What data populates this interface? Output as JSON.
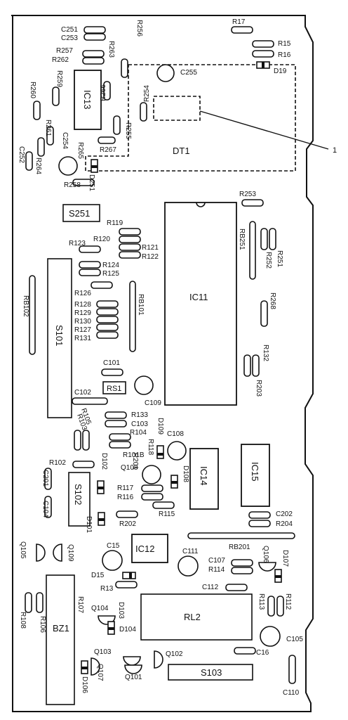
{
  "board": {
    "annotation": "1",
    "dt1": "DT1",
    "ics": {
      "ic11": "IC11",
      "ic12": "IC12",
      "ic13": "IC13",
      "ic14": "IC14",
      "ic15": "IC15"
    },
    "switches": {
      "s101": "S101",
      "s102": "S102",
      "s103": "S103",
      "s251": "S251"
    },
    "relays": {
      "rl2": "RL2",
      "rs1": "RS1",
      "bz1": "BZ1"
    },
    "bars": {
      "rb101": "RB101",
      "rb102": "RB102",
      "rb201": "RB201",
      "rb251": "RB251"
    },
    "labels": {
      "c251": "C251",
      "c253": "C253",
      "r256": "R256",
      "r17": "R17",
      "r263": "R263",
      "r257": "R257",
      "r262": "R262",
      "r15": "R15",
      "r16": "R16",
      "d19": "D19",
      "c255": "C255",
      "r259": "R259",
      "r260": "R260",
      "r266": "R266",
      "r254": "R254",
      "r255": "R255",
      "r261": "R261",
      "c254": "C254",
      "c252": "C252",
      "r264": "R264",
      "r265": "R265",
      "r267": "R267",
      "r258": "R258",
      "d251": "D251",
      "r253": "R253",
      "r119": "R119",
      "r120": "R120",
      "r121": "R121",
      "r122": "R122",
      "r123": "R123",
      "r124": "R124",
      "r125": "R125",
      "r251": "R251",
      "r252": "R252",
      "r126": "R126",
      "r128": "R128",
      "r129": "R129",
      "r130": "R130",
      "r127": "R127",
      "r131": "R131",
      "r268": "R268",
      "r132": "R132",
      "r203": "R203",
      "c101": "C101",
      "c102": "C102",
      "c109": "C109",
      "r105": "R105",
      "r103": "R103",
      "r133": "R133",
      "c103": "C103",
      "r104": "R104",
      "r101b": "R101B",
      "r118": "R118",
      "d109": "D109",
      "c108": "C108",
      "r102": "R102",
      "r201": "R201",
      "d102": "D102",
      "q108": "Q108",
      "d108": "D108",
      "c201": "C201",
      "c104": "C104",
      "r117": "R117",
      "r116": "R116",
      "r115": "R115",
      "c202": "C202",
      "r204": "R204",
      "r202": "R202",
      "d101": "D101",
      "q105": "Q105",
      "q109": "Q109",
      "c15": "C15",
      "c111": "C111",
      "rb201": "RB201",
      "c107": "C107",
      "r114": "R114",
      "q106": "Q106",
      "d107": "D107",
      "d15": "D15",
      "r13": "R13",
      "c112": "C112",
      "r107": "R107",
      "q104": "Q104",
      "d103": "D103",
      "r113": "R113",
      "r112": "R112",
      "r108": "R108",
      "r106": "R106",
      "d104": "D104",
      "c105": "C105",
      "q103": "Q103",
      "q102": "Q102",
      "c16": "C16",
      "q107": "Q107",
      "q101": "Q101",
      "d106": "D106",
      "c110": "C110"
    }
  }
}
